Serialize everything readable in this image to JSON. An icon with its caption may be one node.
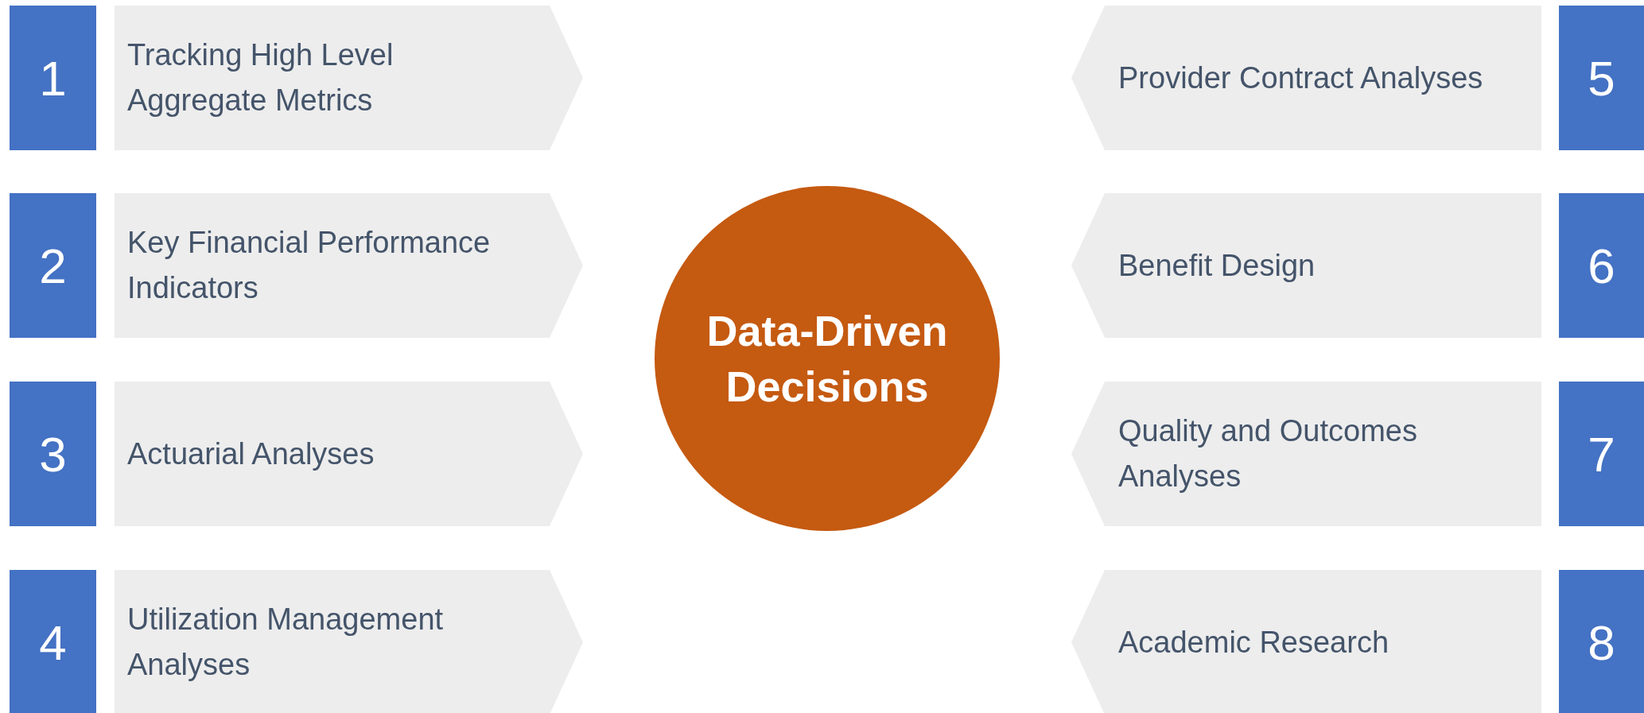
{
  "diagram": {
    "nodes": [
      {
        "text": [
          "1"
        ]
      },
      {
        "text": [
          "Tracking High Level Aggregate Metrics"
        ]
      },
      {
        "text": [
          "Provider Contract Analyses"
        ]
      },
      {
        "text": [
          "5"
        ]
      },
      {
        "text": [
          "2"
        ]
      },
      {
        "text": [
          "Key Financial Performance Indicators"
        ]
      },
      {
        "text": [
          "Benefit Design"
        ]
      },
      {
        "text": [
          "6"
        ]
      },
      {
        "text": [
          "Data-Driven Decisions"
        ]
      },
      {
        "text": [
          "3"
        ]
      },
      {
        "text": [
          "Actuarial Analyses"
        ]
      },
      {
        "text": [
          "Quality and Outcomes Analyses"
        ]
      },
      {
        "text": [
          "7"
        ]
      },
      {
        "text": [
          "4"
        ]
      },
      {
        "text": [
          "Utilization Management Analyses"
        ]
      },
      {
        "text": [
          "Academic Research"
        ]
      },
      {
        "text": [
          "8"
        ]
      }
    ]
  }
}
